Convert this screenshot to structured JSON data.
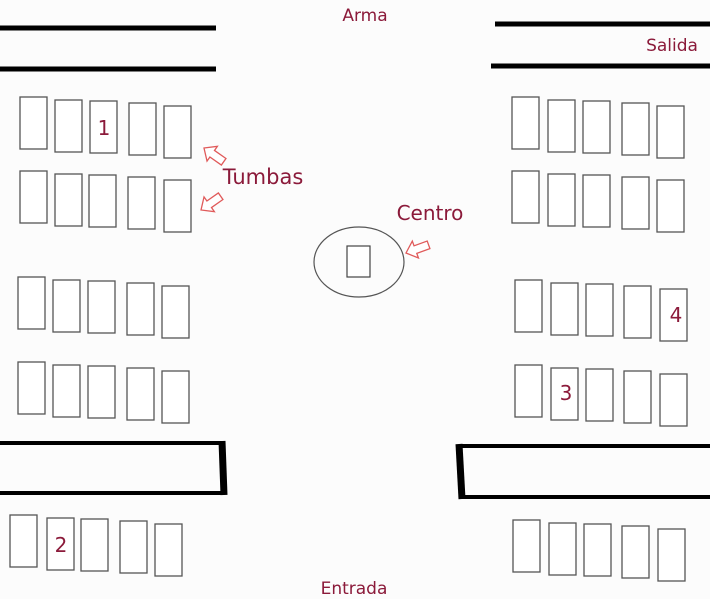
{
  "labels": {
    "top": "Arma",
    "exit": "Salida",
    "tombs": "Tumbas",
    "center": "Centro",
    "entrance": "Entrada"
  },
  "tomb_numbers": [
    "1",
    "2",
    "3",
    "4"
  ],
  "colors": {
    "text": "#8b1a3a",
    "arrow": "#e05a5a",
    "wall": "#000000",
    "tomb": "#555555"
  }
}
